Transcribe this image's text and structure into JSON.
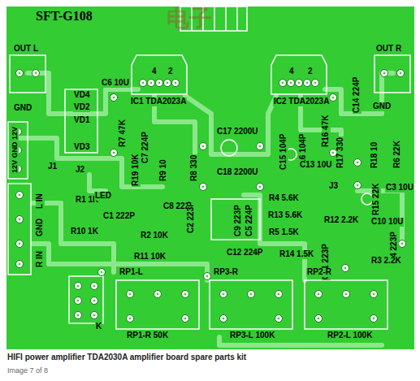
{
  "diagram": {
    "caption": "HIFI power amplifier TDA2030A amplifier board spare parts kit",
    "labels": [
      "SFT-G108",
      "电子",
      "OUT L",
      "OUT R",
      "GND",
      "12V GND 12V",
      "C6 10U",
      "VD4",
      "VD2",
      "VD1",
      "VD3",
      "4",
      "2",
      "IC1 TDA2023A",
      "4",
      "2",
      "IC2 TDA2023A",
      "R7 47K",
      "C7 224P",
      "C17 2200U",
      "C18 2200U",
      "C15 104P",
      "C16 104P",
      "R16 47K",
      "C14 224P",
      "GND",
      "R17 330",
      "R18 10",
      "R6 22K",
      "C13 10U",
      "J3",
      "R15 22K",
      "C3 10U",
      "C10 10U",
      "R19 10K",
      "R9 10",
      "R8 330",
      "J1",
      "J2",
      "L IN",
      "GND",
      "R IN",
      "R1 1K",
      "R10 1K",
      "LED",
      "C1 222P",
      "C8 222P",
      "C2 223P",
      "C9 223P",
      "C5 224P",
      "R2 10K",
      "R11 10K",
      "C12 224P",
      "R4 5.6K",
      "R13 5.6K",
      "R5 1.5K",
      "R14 1.5K",
      "R12 2.2K",
      "C11 223P",
      "C4 223P",
      "R3 2.2K",
      "RP1-L",
      "RP3-R",
      "RP2-R",
      "K",
      "RP1-R 50K",
      "RP3-L 100K",
      "RP2-L 100K",
      "Image 7 of 8"
    ]
  }
}
